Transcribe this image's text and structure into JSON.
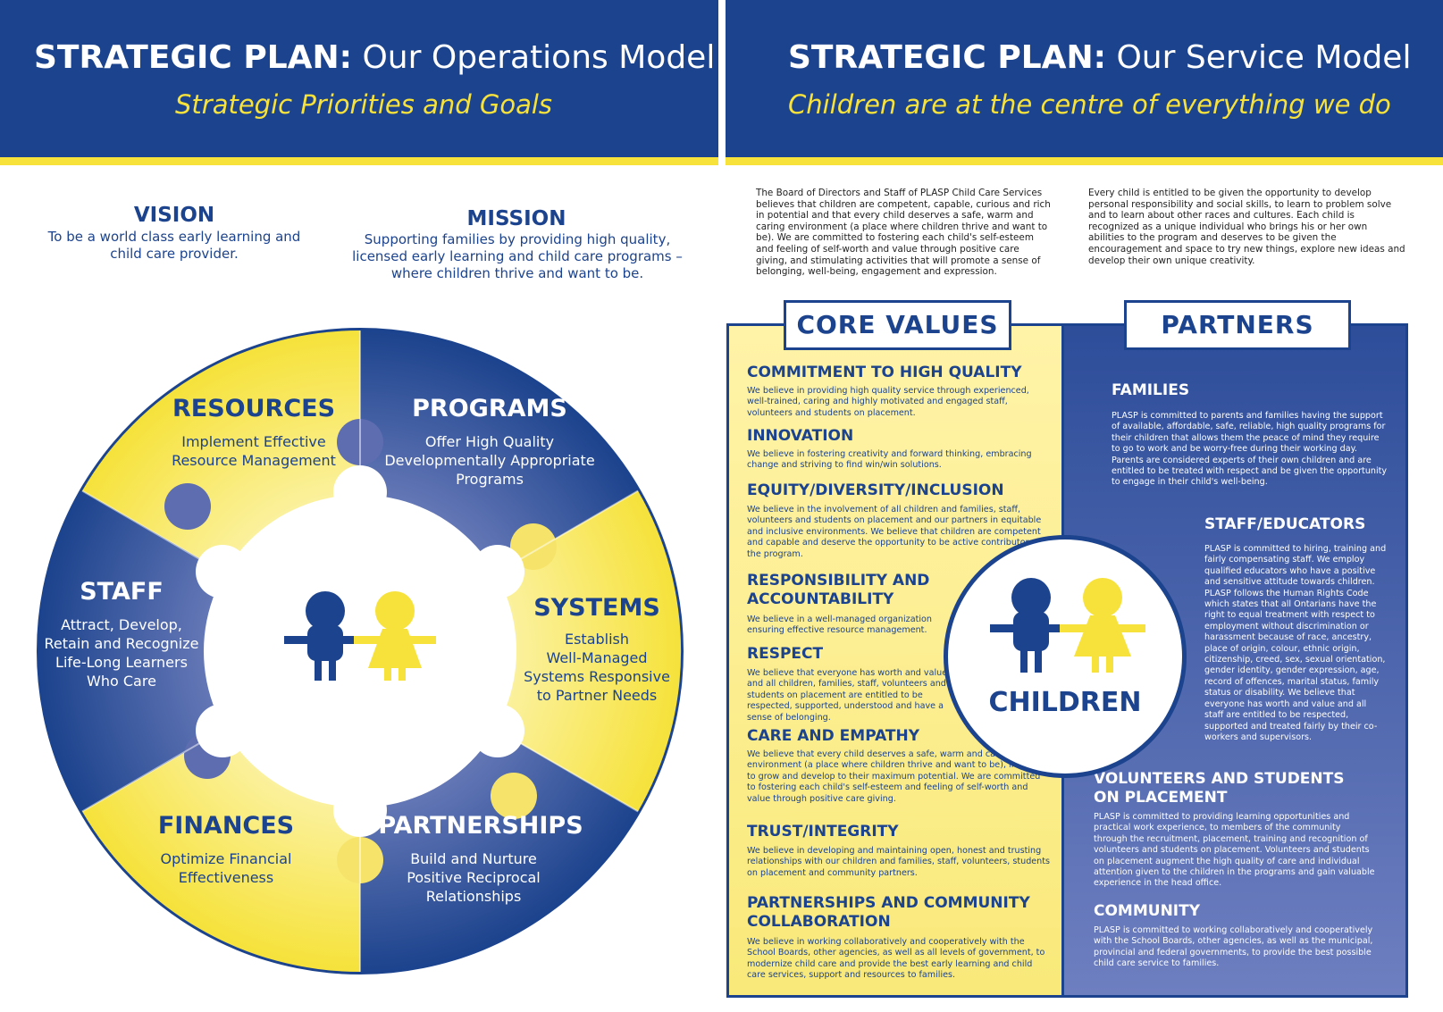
{
  "left": {
    "header": {
      "title_bold": "STRATEGIC PLAN:",
      "title_rest": " Our Operations Model",
      "subtitle": "Strategic Priorities and Goals"
    },
    "vision": {
      "title": "VISION",
      "lines": [
        "To be a world class early learning and",
        "child care provider."
      ]
    },
    "mission": {
      "title": "MISSION",
      "lines": [
        "Supporting families by providing high quality,",
        "licensed early learning and child care programs –",
        "where children thrive and want to be."
      ]
    },
    "puzzle": [
      {
        "title": "RESOURCES",
        "lines": [
          "Implement Effective",
          "Resource Management"
        ]
      },
      {
        "title": "PROGRAMS",
        "lines": [
          "Offer High Quality",
          "Developmentally Appropriate",
          "Programs"
        ]
      },
      {
        "title": "SYSTEMS",
        "lines": [
          "Establish",
          "Well-Managed",
          "Systems Responsive",
          "to Partner Needs"
        ]
      },
      {
        "title": "PARTNERSHIPS",
        "lines": [
          "Build and Nurture",
          "Positive Reciprocal",
          "Relationships"
        ]
      },
      {
        "title": "FINANCES",
        "lines": [
          "Optimize Financial",
          "Effectiveness"
        ]
      },
      {
        "title": "STAFF",
        "lines": [
          "Attract, Develop,",
          "Retain and Recognize",
          "Life-Long Learners",
          "Who Care"
        ]
      }
    ]
  },
  "right": {
    "header": {
      "title_bold": "STRATEGIC PLAN:",
      "title_rest": " Our Service Model",
      "subtitle": "Children are at the centre of everything we do"
    },
    "intro_left": "The Board of Directors and Staff of PLASP Child Care Services believes that children are competent, capable, curious and rich in potential and that every child deserves a safe, warm and caring environment (a place where children thrive and want to be). We are committed to fostering each child's self-esteem and feeling of self-worth and value through positive care giving, and stimulating activities that will promote a sense of belonging, well-being, engagement and expression.",
    "intro_right": "Every child is entitled to be given the opportunity to develop personal responsibility and social skills, to learn to problem solve and to learn about other races and cultures. Each child is recognized as a unique individual who brings his or her own abilities to the program and deserves to be given the encouragement and space to try new things, explore new ideas and develop their own unique creativity.",
    "core_values_tab": "CORE VALUES",
    "partners_tab": "PARTNERS",
    "core_values": [
      {
        "title": "COMMITMENT TO HIGH QUALITY",
        "text": "We believe in providing high quality service through experienced, well-trained, caring and highly motivated and engaged staff, volunteers and students on placement."
      },
      {
        "title": "INNOVATION",
        "text": "We believe in fostering creativity and forward thinking, embracing change and striving to find win/win solutions."
      },
      {
        "title": "EQUITY/DIVERSITY/INCLUSION",
        "text": "We believe in the involvement of all children and families, staff, volunteers and students on placement and our partners in equitable and inclusive environments. We believe that children are competent and capable and deserve the opportunity to be active contributors to the program."
      },
      {
        "title": "RESPONSIBILITY AND ACCOUNTABILITY",
        "text": "We believe in a well-managed organization ensuring effective resource management."
      },
      {
        "title": "RESPECT",
        "text": "We believe that everyone has worth and value and all children, families, staff, volunteers and students on placement are entitled to be respected, supported, understood and have a sense of belonging."
      },
      {
        "title": "CARE AND EMPATHY",
        "text": "We believe that every child deserves a safe, warm and caring environment (a place where children thrive and want to be), in which to grow and develop to their maximum potential. We are committed to fostering each child's self-esteem and feeling of self-worth and value through positive care giving."
      },
      {
        "title": "TRUST/INTEGRITY",
        "text": "We believe in developing and maintaining open, honest and trusting relationships with our children and families, staff, volunteers, students on placement and community partners."
      },
      {
        "title": "PARTNERSHIPS AND COMMUNITY COLLABORATION",
        "text": "We believe in working collaboratively and cooperatively with the School Boards, other agencies, as well as all levels of government, to modernize child care and provide the best early learning and child care services, support and resources to families."
      }
    ],
    "partners": [
      {
        "title": "FAMILIES",
        "text": "PLASP is committed to parents and families having the support of available, affordable, safe, reliable, high quality programs for their children that allows them the peace of mind they require to go to work and be worry-free during their working day. Parents are considered experts of their own children and are entitled to be treated with respect and be given the opportunity to engage in their child's well-being."
      },
      {
        "title": "STAFF/EDUCATORS",
        "text": "PLASP is committed to hiring, training and fairly compensating staff. We employ qualified educators who have a positive and sensitive attitude towards children. PLASP follows the Human Rights Code which states that all Ontarians have the right to equal treatment with respect to employment without discrimination or harassment because of race, ancestry, place of origin, colour, ethnic origin, citizenship, creed, sex, sexual orientation, gender identity, gender expression, age, record of offences, marital status, family status or disability. We believe that everyone has worth and value and all staff are entitled to be respected, supported and treated fairly by their co-workers and supervisors."
      },
      {
        "title": "VOLUNTEERS AND STUDENTS ON PLACEMENT",
        "text": "PLASP is committed to providing learning opportunities and practical work experience, to members of the community through the recruitment, placement, training and recognition of volunteers and students on placement. Volunteers and students on placement augment the high quality of care and individual attention given to the children in the programs and gain valuable experience in the head office."
      },
      {
        "title": "COMMUNITY",
        "text": "PLASP is committed to working collaboratively and cooperatively with the School Boards, other agencies, as well as the municipal, provincial and federal governments, to provide the best possible child care service to families."
      }
    ],
    "children_label": "CHILDREN"
  },
  "colors": {
    "navy": "#1c438d",
    "yellow": "#f7e23c",
    "periwinkle": "#5d6fb5"
  }
}
